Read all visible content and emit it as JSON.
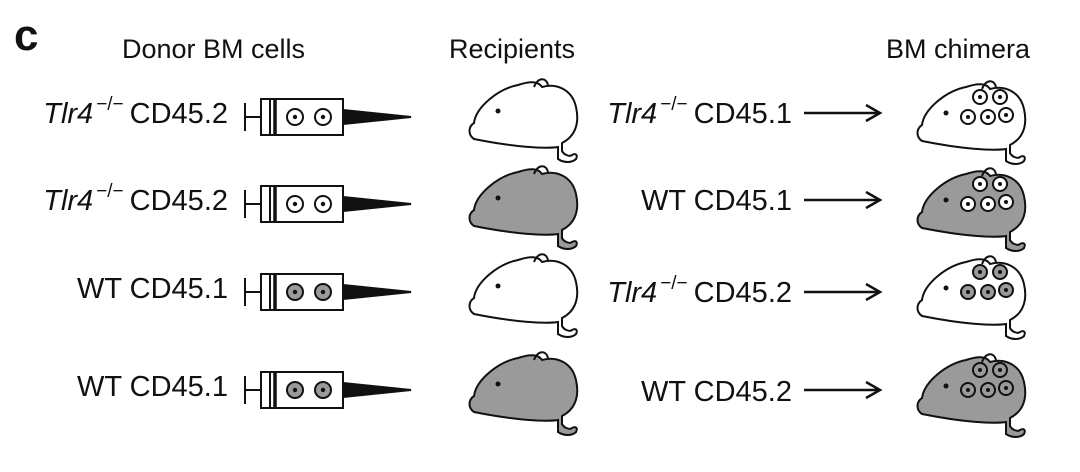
{
  "panel_label": "c",
  "headers": {
    "donor": "Donor BM cells",
    "recipients": "Recipients",
    "chimera": "BM chimera"
  },
  "rows": [
    {
      "donor_gene": "Tlr4",
      "donor_sup": "−/−",
      "donor_marker": "CD45.2",
      "donor_cell_fill": "#ffffff",
      "recipient_gene": "Tlr4",
      "recipient_sup": "−/−",
      "recipient_marker": "CD45.1",
      "recipient_fill": "#ffffff"
    },
    {
      "donor_gene": "Tlr4",
      "donor_sup": "−/−",
      "donor_marker": "CD45.2",
      "donor_cell_fill": "#ffffff",
      "recipient_gene": "",
      "recipient_sup": "",
      "recipient_marker": "WT CD45.1",
      "recipient_fill": "#9a9a9a"
    },
    {
      "donor_gene": "",
      "donor_sup": "",
      "donor_marker": "WT CD45.1",
      "donor_cell_fill": "#9a9a9a",
      "recipient_gene": "Tlr4",
      "recipient_sup": "−/−",
      "recipient_marker": "CD45.2",
      "recipient_fill": "#ffffff"
    },
    {
      "donor_gene": "",
      "donor_sup": "",
      "donor_marker": "WT CD45.1",
      "donor_cell_fill": "#9a9a9a",
      "recipient_gene": "",
      "recipient_sup": "",
      "recipient_marker": "WT CD45.2",
      "recipient_fill": "#9a9a9a"
    }
  ],
  "colors": {
    "mouse_gray": "#9a9a9a",
    "mouse_white": "#ffffff",
    "stroke": "#111111"
  }
}
